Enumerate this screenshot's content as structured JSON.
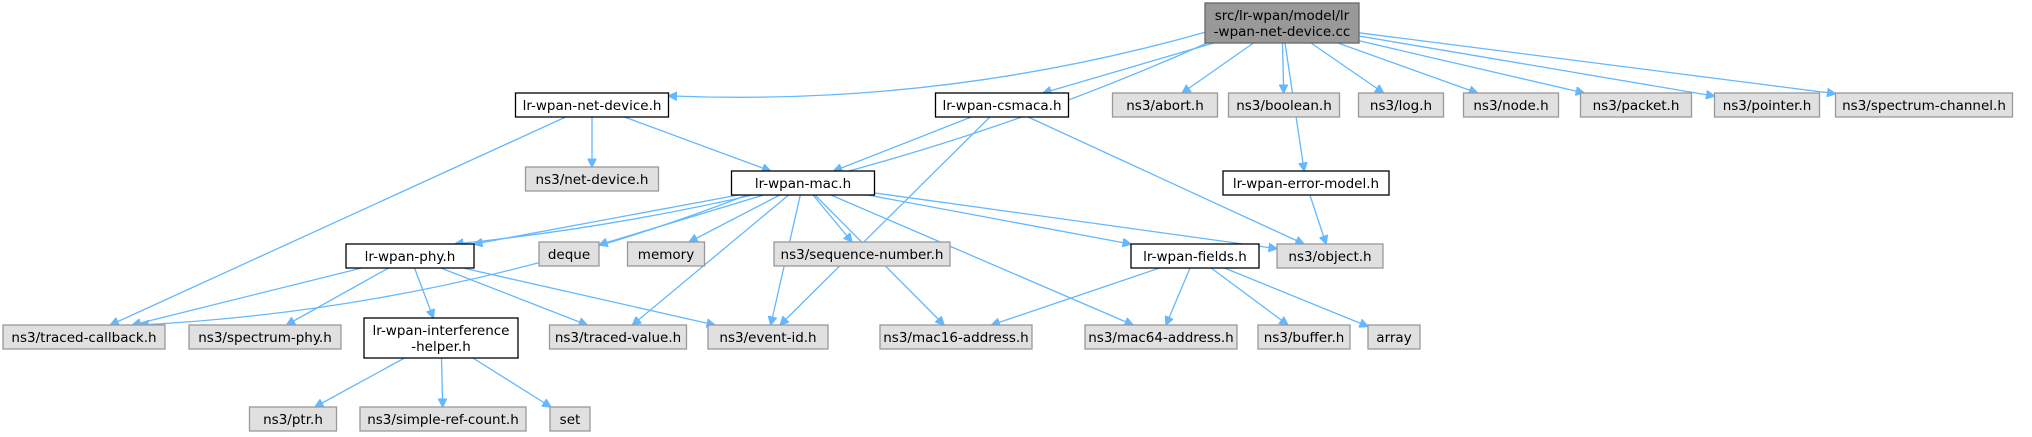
{
  "colors": {
    "edge": "#63b8ff",
    "root_fill": "#999999",
    "root_stroke": "#666666",
    "internal_fill": "#ffffff",
    "internal_stroke": "#000000",
    "external_fill": "#e0e0e0",
    "external_stroke": "#999999",
    "text": "#000000"
  },
  "nodes": [
    {
      "id": "root",
      "kind": "root",
      "lines": [
        "src/lr-wpan/model/lr",
        "-wpan-net-device.cc"
      ]
    },
    {
      "id": "net-device-h",
      "kind": "internal",
      "lines": [
        "lr-wpan-net-device.h"
      ]
    },
    {
      "id": "csmaca-h",
      "kind": "internal",
      "lines": [
        "lr-wpan-csmaca.h"
      ]
    },
    {
      "id": "abort-h",
      "kind": "external",
      "lines": [
        "ns3/abort.h"
      ]
    },
    {
      "id": "boolean-h",
      "kind": "external",
      "lines": [
        "ns3/boolean.h"
      ]
    },
    {
      "id": "log-h",
      "kind": "external",
      "lines": [
        "ns3/log.h"
      ]
    },
    {
      "id": "node-h",
      "kind": "external",
      "lines": [
        "ns3/node.h"
      ]
    },
    {
      "id": "packet-h",
      "kind": "external",
      "lines": [
        "ns3/packet.h"
      ]
    },
    {
      "id": "pointer-h",
      "kind": "external",
      "lines": [
        "ns3/pointer.h"
      ]
    },
    {
      "id": "spectrum-channel-h",
      "kind": "external",
      "lines": [
        "ns3/spectrum-channel.h"
      ]
    },
    {
      "id": "ns3-net-device-h",
      "kind": "external",
      "lines": [
        "ns3/net-device.h"
      ]
    },
    {
      "id": "mac-h",
      "kind": "internal",
      "lines": [
        "lr-wpan-mac.h"
      ]
    },
    {
      "id": "error-model-h",
      "kind": "internal",
      "lines": [
        "lr-wpan-error-model.h"
      ]
    },
    {
      "id": "phy-h",
      "kind": "internal",
      "lines": [
        "lr-wpan-phy.h"
      ]
    },
    {
      "id": "deque",
      "kind": "external",
      "lines": [
        "deque"
      ]
    },
    {
      "id": "memory",
      "kind": "external",
      "lines": [
        "memory"
      ]
    },
    {
      "id": "sequence-number-h",
      "kind": "external",
      "lines": [
        "ns3/sequence-number.h"
      ]
    },
    {
      "id": "fields-h",
      "kind": "internal",
      "lines": [
        "lr-wpan-fields.h"
      ]
    },
    {
      "id": "object-h",
      "kind": "external",
      "lines": [
        "ns3/object.h"
      ]
    },
    {
      "id": "traced-callback-h",
      "kind": "external",
      "lines": [
        "ns3/traced-callback.h"
      ]
    },
    {
      "id": "spectrum-phy-h",
      "kind": "external",
      "lines": [
        "ns3/spectrum-phy.h"
      ]
    },
    {
      "id": "interference-helper-h",
      "kind": "internal",
      "lines": [
        "lr-wpan-interference",
        "-helper.h"
      ]
    },
    {
      "id": "traced-value-h",
      "kind": "external",
      "lines": [
        "ns3/traced-value.h"
      ]
    },
    {
      "id": "event-id-h",
      "kind": "external",
      "lines": [
        "ns3/event-id.h"
      ]
    },
    {
      "id": "mac16-address-h",
      "kind": "external",
      "lines": [
        "ns3/mac16-address.h"
      ]
    },
    {
      "id": "mac64-address-h",
      "kind": "external",
      "lines": [
        "ns3/mac64-address.h"
      ]
    },
    {
      "id": "buffer-h",
      "kind": "external",
      "lines": [
        "ns3/buffer.h"
      ]
    },
    {
      "id": "array",
      "kind": "external",
      "lines": [
        "array"
      ]
    },
    {
      "id": "ptr-h",
      "kind": "external",
      "lines": [
        "ns3/ptr.h"
      ]
    },
    {
      "id": "simple-ref-count-h",
      "kind": "external",
      "lines": [
        "ns3/simple-ref-count.h"
      ]
    },
    {
      "id": "set",
      "kind": "external",
      "lines": [
        "set"
      ]
    }
  ],
  "edges": [
    [
      "root",
      "net-device-h"
    ],
    [
      "root",
      "csmaca-h"
    ],
    [
      "root",
      "abort-h"
    ],
    [
      "root",
      "boolean-h"
    ],
    [
      "root",
      "log-h"
    ],
    [
      "root",
      "node-h"
    ],
    [
      "root",
      "packet-h"
    ],
    [
      "root",
      "pointer-h"
    ],
    [
      "root",
      "spectrum-channel-h"
    ],
    [
      "root",
      "phy-h"
    ],
    [
      "root",
      "error-model-h"
    ],
    [
      "net-device-h",
      "ns3-net-device-h"
    ],
    [
      "net-device-h",
      "mac-h"
    ],
    [
      "net-device-h",
      "traced-callback-h"
    ],
    [
      "csmaca-h",
      "mac-h"
    ],
    [
      "csmaca-h",
      "object-h"
    ],
    [
      "csmaca-h",
      "event-id-h"
    ],
    [
      "error-model-h",
      "object-h"
    ],
    [
      "mac-h",
      "phy-h"
    ],
    [
      "mac-h",
      "deque"
    ],
    [
      "mac-h",
      "memory"
    ],
    [
      "mac-h",
      "sequence-number-h"
    ],
    [
      "mac-h",
      "fields-h"
    ],
    [
      "mac-h",
      "object-h"
    ],
    [
      "mac-h",
      "traced-callback-h"
    ],
    [
      "mac-h",
      "traced-value-h"
    ],
    [
      "mac-h",
      "event-id-h"
    ],
    [
      "mac-h",
      "mac16-address-h"
    ],
    [
      "mac-h",
      "mac64-address-h"
    ],
    [
      "phy-h",
      "traced-callback-h"
    ],
    [
      "phy-h",
      "spectrum-phy-h"
    ],
    [
      "phy-h",
      "interference-helper-h"
    ],
    [
      "phy-h",
      "traced-value-h"
    ],
    [
      "phy-h",
      "event-id-h"
    ],
    [
      "fields-h",
      "mac16-address-h"
    ],
    [
      "fields-h",
      "mac64-address-h"
    ],
    [
      "fields-h",
      "buffer-h"
    ],
    [
      "fields-h",
      "array"
    ],
    [
      "interference-helper-h",
      "ptr-h"
    ],
    [
      "interference-helper-h",
      "simple-ref-count-h"
    ],
    [
      "interference-helper-h",
      "set"
    ]
  ]
}
